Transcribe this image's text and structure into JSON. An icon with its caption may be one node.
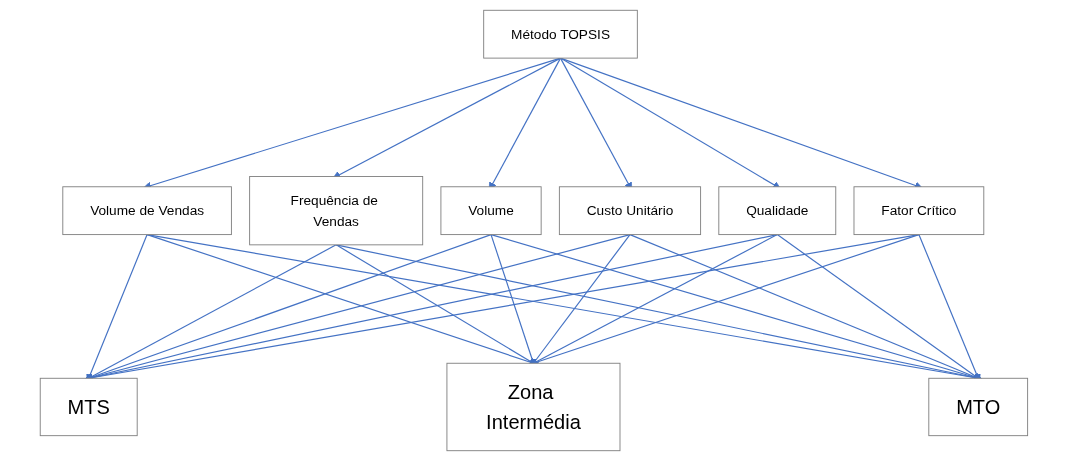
{
  "diagram": {
    "nodes": [
      {
        "text": [
          "Método TOPSIS"
        ]
      },
      {
        "text": [
          "Volume de Vendas"
        ]
      },
      {
        "text": [
          "Frequência de Vendas"
        ]
      },
      {
        "text": [
          "Volume"
        ]
      },
      {
        "text": [
          "Custo Unitário"
        ]
      },
      {
        "text": [
          "Qualidade"
        ]
      },
      {
        "text": [
          "Fator Crítico"
        ]
      },
      {
        "text": [
          "MTS"
        ]
      },
      {
        "text": [
          "Zona Intermédia"
        ]
      },
      {
        "text": [
          "MTO"
        ]
      }
    ],
    "edges": [
      {
        "from": 0,
        "to": 1,
        "arrow": "to"
      },
      {
        "from": 0,
        "to": 2,
        "arrow": "to"
      },
      {
        "from": 0,
        "to": 3,
        "arrow": "to"
      },
      {
        "from": 0,
        "to": 4,
        "arrow": "to"
      },
      {
        "from": 0,
        "to": 5,
        "arrow": "to"
      },
      {
        "from": 0,
        "to": 6,
        "arrow": "to"
      },
      {
        "from": 1,
        "to": 7,
        "arrow": "to"
      },
      {
        "from": 1,
        "to": 8,
        "arrow": "to"
      },
      {
        "from": 1,
        "to": 9,
        "arrow": "to"
      },
      {
        "from": 2,
        "to": 7,
        "arrow": "to"
      },
      {
        "from": 2,
        "to": 8,
        "arrow": "to"
      },
      {
        "from": 2,
        "to": 9,
        "arrow": "to"
      },
      {
        "from": 3,
        "to": 7,
        "arrow": "to"
      },
      {
        "from": 3,
        "to": 8,
        "arrow": "to"
      },
      {
        "from": 3,
        "to": 9,
        "arrow": "to"
      },
      {
        "from": 4,
        "to": 7,
        "arrow": "to"
      },
      {
        "from": 4,
        "to": 8,
        "arrow": "to"
      },
      {
        "from": 4,
        "to": 9,
        "arrow": "to"
      },
      {
        "from": 5,
        "to": 7,
        "arrow": "to"
      },
      {
        "from": 5,
        "to": 8,
        "arrow": "to"
      },
      {
        "from": 5,
        "to": 9,
        "arrow": "to"
      },
      {
        "from": 6,
        "to": 7,
        "arrow": "to"
      },
      {
        "from": 6,
        "to": 8,
        "arrow": "to"
      },
      {
        "from": 6,
        "to": 9,
        "arrow": "to"
      }
    ]
  }
}
